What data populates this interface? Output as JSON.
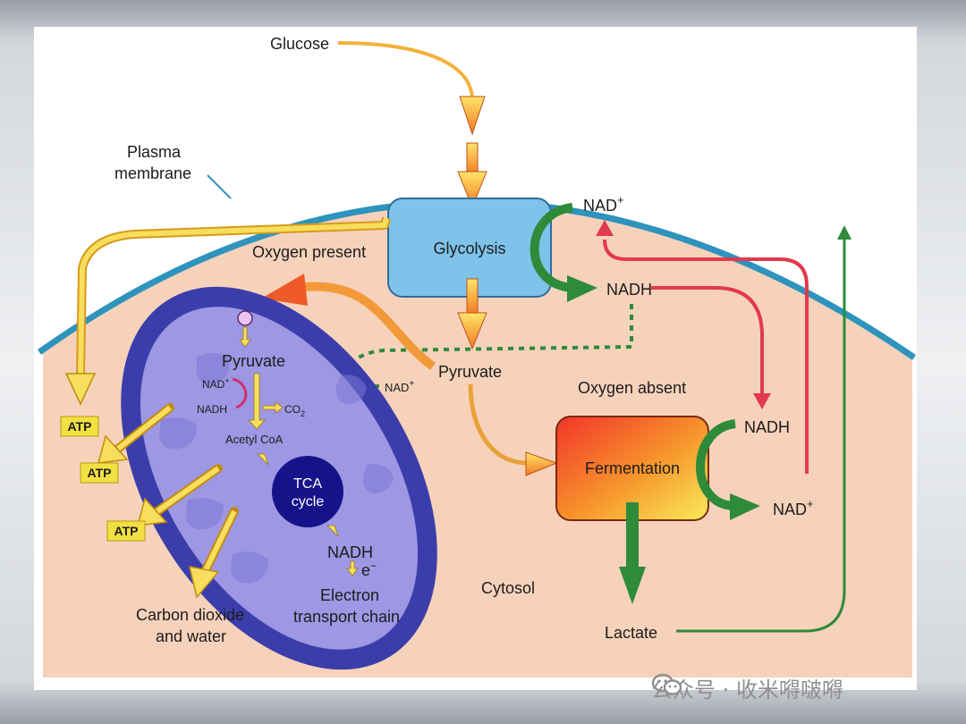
{
  "labels": {
    "glucose": "Glucose",
    "plasma_membrane_line1": "Plasma",
    "plasma_membrane_line2": "membrane",
    "glycolysis": "Glycolysis",
    "oxygen_present": "Oxygen present",
    "oxygen_absent": "Oxygen absent",
    "nad_plus_top": "NAD",
    "nadh_top": "NADH",
    "pyruvate_cytosol": "Pyruvate",
    "nad_plus_dashed": "NAD",
    "fermentation": "Fermentation",
    "nadh_ferm": "NADH",
    "nad_plus_ferm": "NAD",
    "lactate": "Lactate",
    "cytosol": "Cytosol",
    "superscript_plus": "+",
    "atp_1": "ATP",
    "atp_2": "ATP",
    "atp_3": "ATP",
    "co2_water_line1": "Carbon dioxide",
    "co2_water_line2": "and water"
  },
  "mitochondrion": {
    "pyruvate": "Pyruvate",
    "nad_plus": "NAD",
    "nadh": "NADH",
    "co2": "CO",
    "co2_sub": "2",
    "acetyl_coa": "Acetyl CoA",
    "tca_line1": "TCA",
    "tca_line2": "cycle",
    "electron": "e",
    "electron_sup": "−",
    "etc_line1": "Electron",
    "etc_line2": "transport chain"
  },
  "watermark": {
    "text": "公众号 · 收米嘚啵嘚"
  },
  "colors": {
    "cytosol": "#f7d2bb",
    "membrane": "#2e93bd",
    "glycolysis_box": "#7fc2ea",
    "mitochondrion_outer": "#3b3eaa",
    "mitochondrion_inner": "#9d97e4",
    "tca": "#16138a",
    "green_arrow": "#2e8b3a",
    "red_arrow": "#e23a4c",
    "atp_box": "#f2e043"
  }
}
